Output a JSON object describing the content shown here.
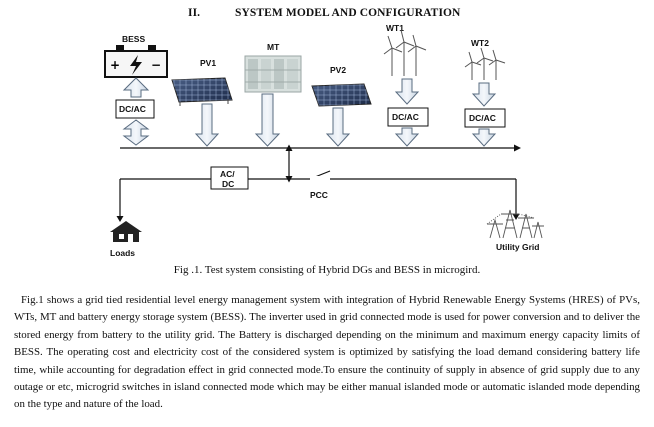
{
  "section": {
    "number": "II.",
    "title": "SYSTEM MODEL AND CONFIGURATION"
  },
  "diagram": {
    "labels": {
      "bess": "BESS",
      "pv1": "PV1",
      "mt": "MT",
      "pv2": "PV2",
      "wt1": "WT1",
      "wt2": "WT2",
      "dcac_bess": "DC/AC",
      "dcac_wt1": "DC/AC",
      "dcac_wt2": "DC/AC",
      "acdc_top": "AC/",
      "acdc_bottom": "DC",
      "pcc": "PCC",
      "loads": "Loads",
      "utility_grid": "Utility Grid"
    },
    "icons": [
      "battery-icon",
      "solar-panel-icon",
      "microturbine-icon",
      "wind-turbine-icon",
      "house-icon",
      "power-tower-icon"
    ]
  },
  "caption": "Fig .1. Test system consisting of Hybrid DGs and BESS in microgird.",
  "paragraph": "Fig.1 shows a grid tied residential level energy management system with integration of Hybrid Renewable Energy Systems (HRES) of PVs, WTs, MT and battery energy storage system (BESS). The inverter used in grid connected mode is used for power conversion and to deliver the stored energy from battery to the utility grid. The Battery is discharged depending on the minimum and maximum energy capacity limits of BESS. The operating cost and electricity cost of the considered system is optimized by satisfying the load demand considering battery life time, while accounting for degradation effect in grid connected mode.To ensure the continuity of supply in absence of grid supply due to any outage or etc, microgrid switches in island connected mode which may be either manual islanded mode or automatic islanded mode depending on the type and nature of the load."
}
